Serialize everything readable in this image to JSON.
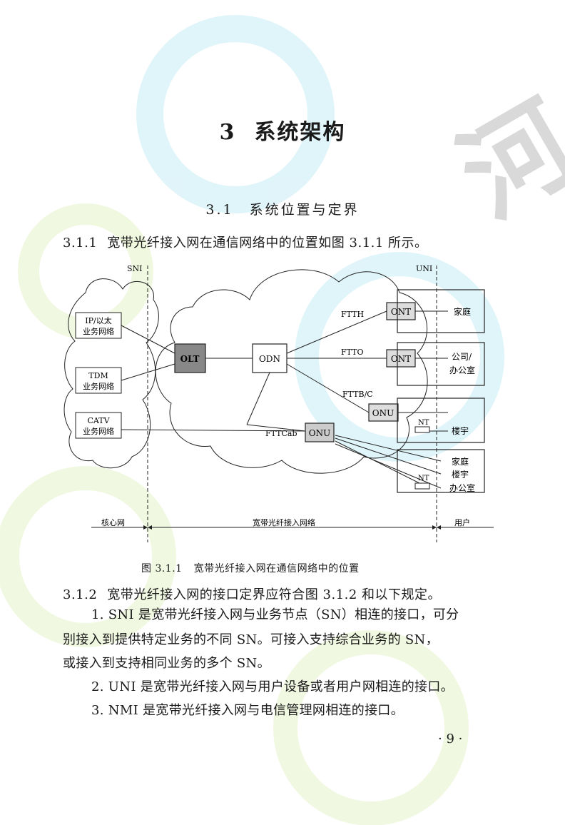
{
  "chapter": {
    "number": "3",
    "title": "系统架构"
  },
  "section": {
    "number": "3.1",
    "title": "系统位置与定界"
  },
  "clause_311": {
    "number": "3.1.1",
    "text": "宽带光纤接入网在通信网络中的位置如图 3.1.1 所示。"
  },
  "figure": {
    "labels": {
      "sni": "SNI",
      "uni": "UNI",
      "ip_line1": "IP/以太",
      "ip_line2": "业务网络",
      "tdm_line1": "TDM",
      "tdm_line2": "业务网络",
      "catv_line1": "CATV",
      "catv_line2": "业务网络",
      "olt": "OLT",
      "odn": "ODN",
      "ont_ftth": "ONT",
      "ont_ftto": "ONT",
      "onu_fttb": "ONU",
      "onu_fttcab": "ONU",
      "ftth": "FTTH",
      "ftto": "FTTO",
      "fttbc": "FTTB/C",
      "fttcab": "FTTCab",
      "home1": "家庭",
      "office1_line1": "公司/",
      "office1_line2": "办公室",
      "nt1": "NT",
      "building1": "楼宇",
      "home2": "家庭",
      "building2": "楼宇",
      "nt2": "NT",
      "office2": "办公室",
      "core_net": "核心网",
      "access_net": "宽带光纤接入网络",
      "user": "用户"
    },
    "caption_number": "图 3.1.1",
    "caption_text": "宽带光纤接入网在通信网络中的位置"
  },
  "clause_312": {
    "number": "3.1.2",
    "text": "宽带光纤接入网的接口定界应符合图 3.1.2 和以下规定。"
  },
  "paragraphs": [
    "1. SNI 是宽带光纤接入网与业务节点（SN）相连的接口，可分",
    "别接入到提供特定业务的不同 SN。可接入支持综合业务的 SN，",
    "或接入到支持相同业务的多个 SN。",
    "2. UNI 是宽带光纤接入网与用户设备或者用户网相连的接口。",
    "3. NMI 是宽带光纤接入网与电信管理网相连的接口。"
  ],
  "page_number": "· 9 ·",
  "watermark": {
    "text": "河",
    "color": "#d9d9d9",
    "ring_color": "#c7ecf5",
    "green_color": "#e6f3c8"
  }
}
